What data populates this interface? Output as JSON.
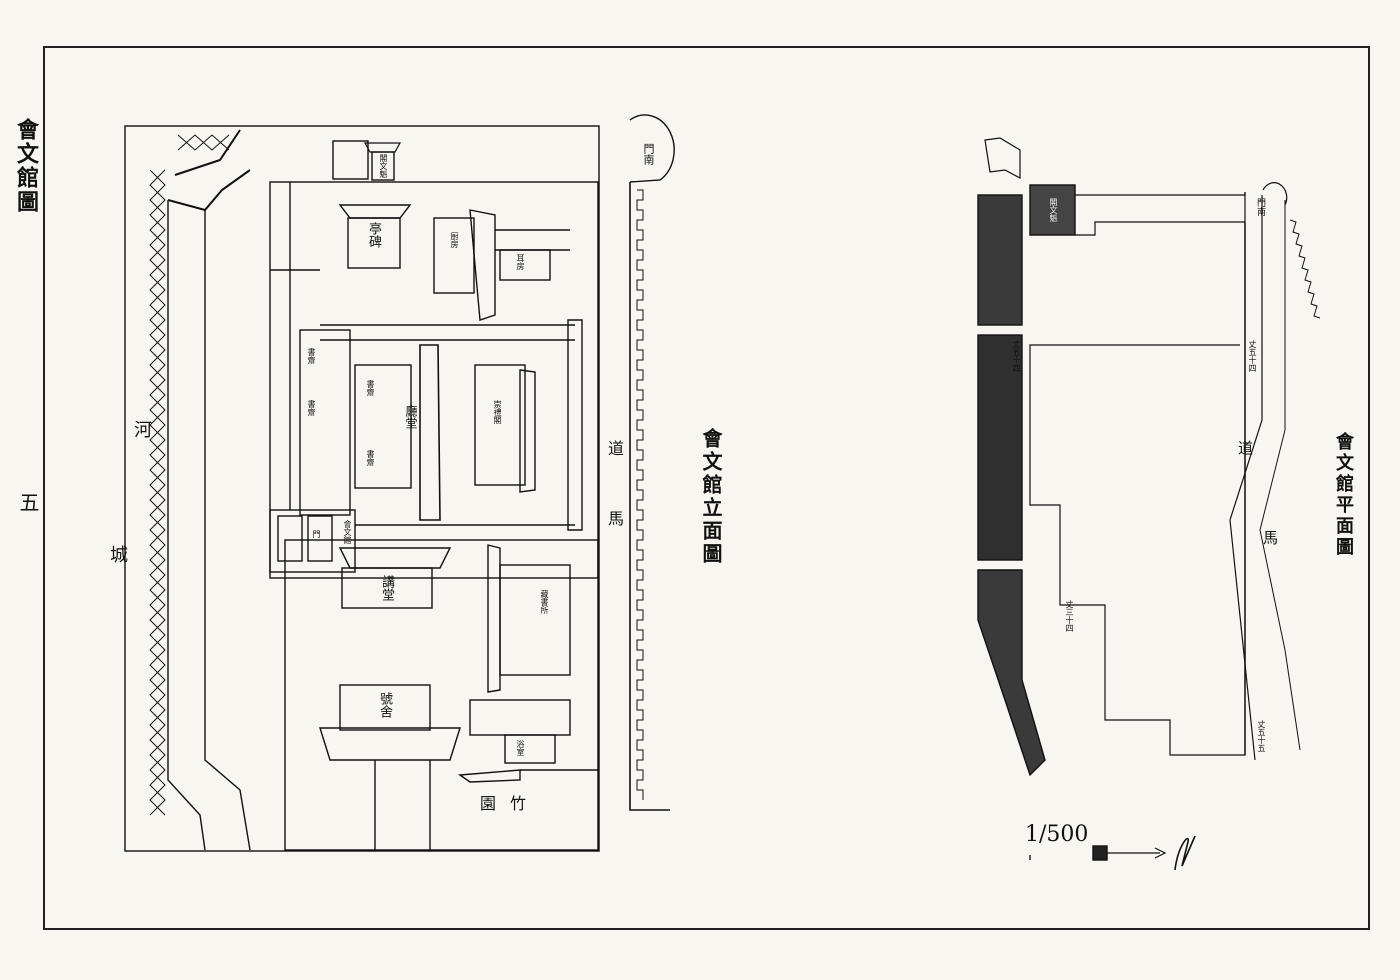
{
  "page": {
    "side_title": "會文館圖",
    "page_number": "五"
  },
  "elevation": {
    "title": "會文館立面圖",
    "labels": {
      "canal": "河",
      "wall": "城",
      "road": "道",
      "road2": "馬",
      "bamboo": "竹",
      "bamboo2": "園",
      "gate": "門南",
      "pavilion_top": "閣文魁",
      "stele": "亭碑",
      "kitchen": "厨房",
      "ear_room": "耳房",
      "study": "書齋",
      "hall": "廳堂",
      "library": "崇禮閣",
      "gatehouse": "會文館",
      "gate_plaque": "門",
      "lecture": "講堂",
      "dorm": "號舍",
      "bookroom": "藏書所",
      "bath": "浴室",
      "corridor": "書齋",
      "corridor2": "書齋",
      "corridor3": "書齋"
    }
  },
  "plan": {
    "title": "會文館平面圖",
    "labels": {
      "gate": "門南",
      "pavilion": "閣文魁",
      "road": "道",
      "road2": "馬",
      "dim1": "丈五十四",
      "dim2": "丈五十四",
      "dim3": "丈三十四",
      "dim4": "丈五十五"
    },
    "north_mark": "N",
    "scale": "1/500"
  }
}
